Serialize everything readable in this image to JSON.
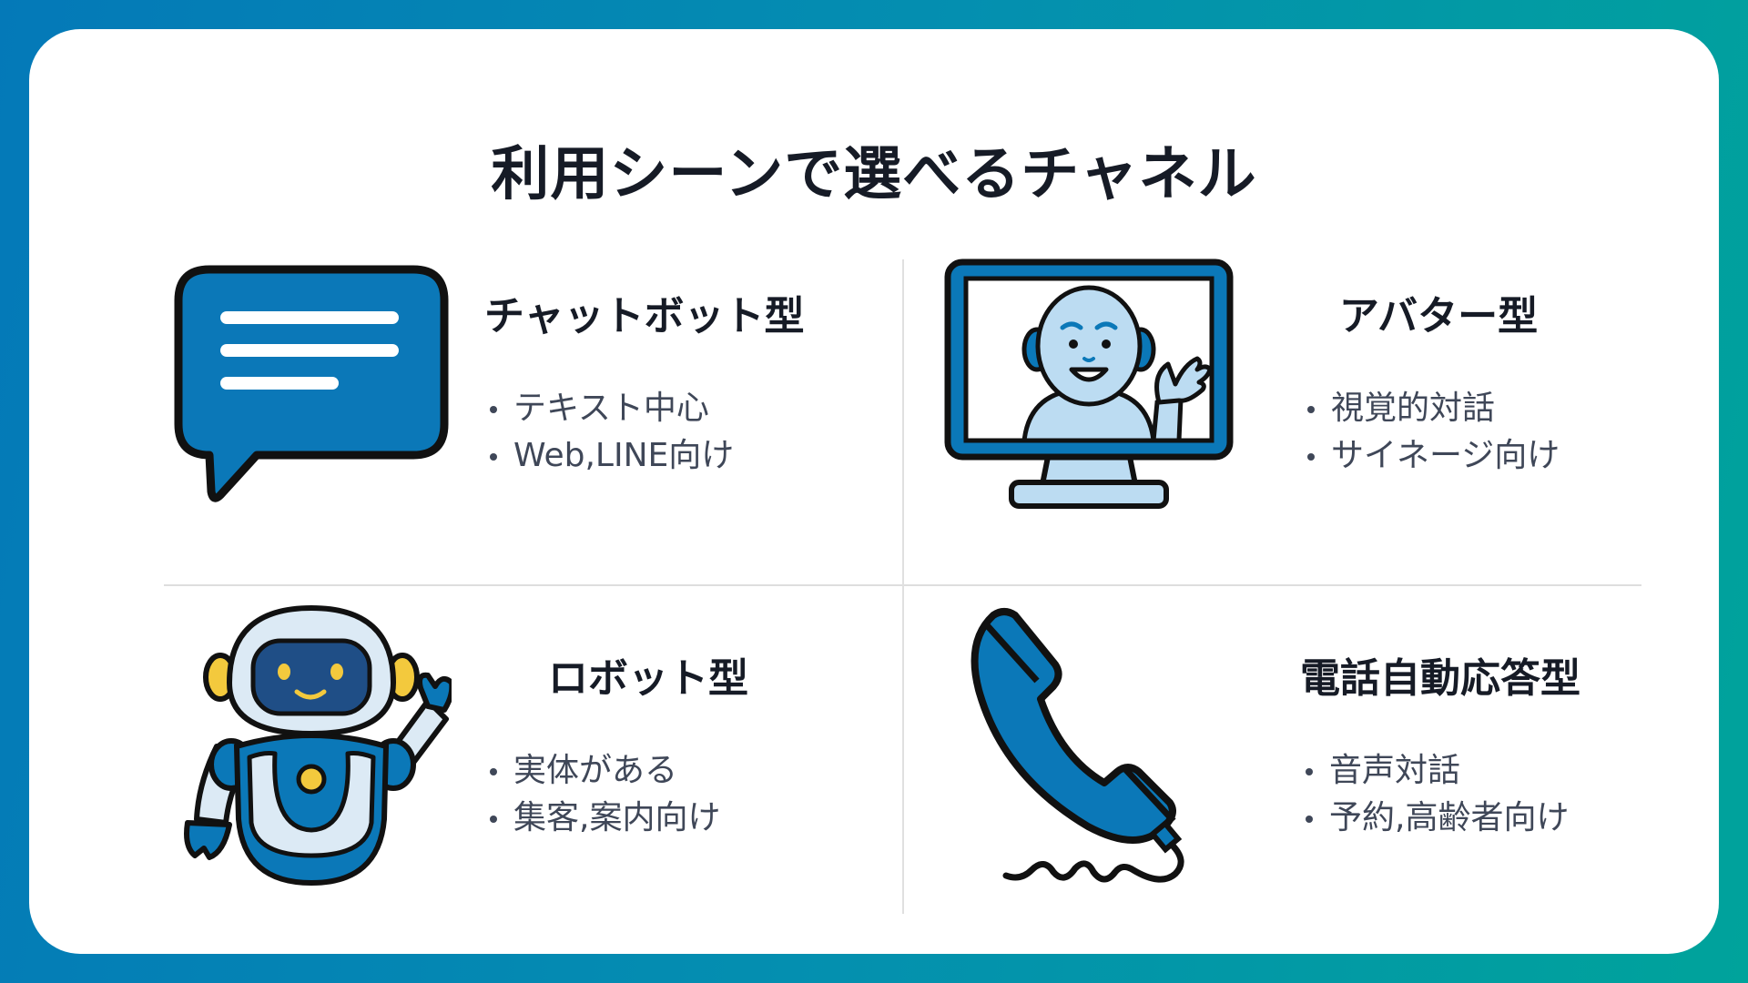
{
  "title": "利用シーンで選べるチャネル",
  "colors": {
    "background_start": "#0479b8",
    "background_end": "#00a39b",
    "icon_blue": "#0b78b8",
    "icon_light_blue": "#bcdcf2",
    "robot_screen": "#1f4e86",
    "accent_yellow": "#f3c93d",
    "heading_text": "#161b26",
    "body_text": "#3f4758",
    "divider": "#dedede"
  },
  "channels": [
    {
      "icon": "chat-bubble-icon",
      "heading": "チャットボット型",
      "points": [
        "テキスト中心",
        "Web,LINE向け"
      ]
    },
    {
      "icon": "avatar-monitor-icon",
      "heading": "アバター型",
      "points": [
        "視覚的対話",
        "サイネージ向け"
      ]
    },
    {
      "icon": "robot-icon",
      "heading": "ロボット型",
      "points": [
        "実体がある",
        "集客,案内向け"
      ]
    },
    {
      "icon": "telephone-icon",
      "heading": "電話自動応答型",
      "points": [
        "音声対話",
        "予約,高齢者向け"
      ]
    }
  ]
}
